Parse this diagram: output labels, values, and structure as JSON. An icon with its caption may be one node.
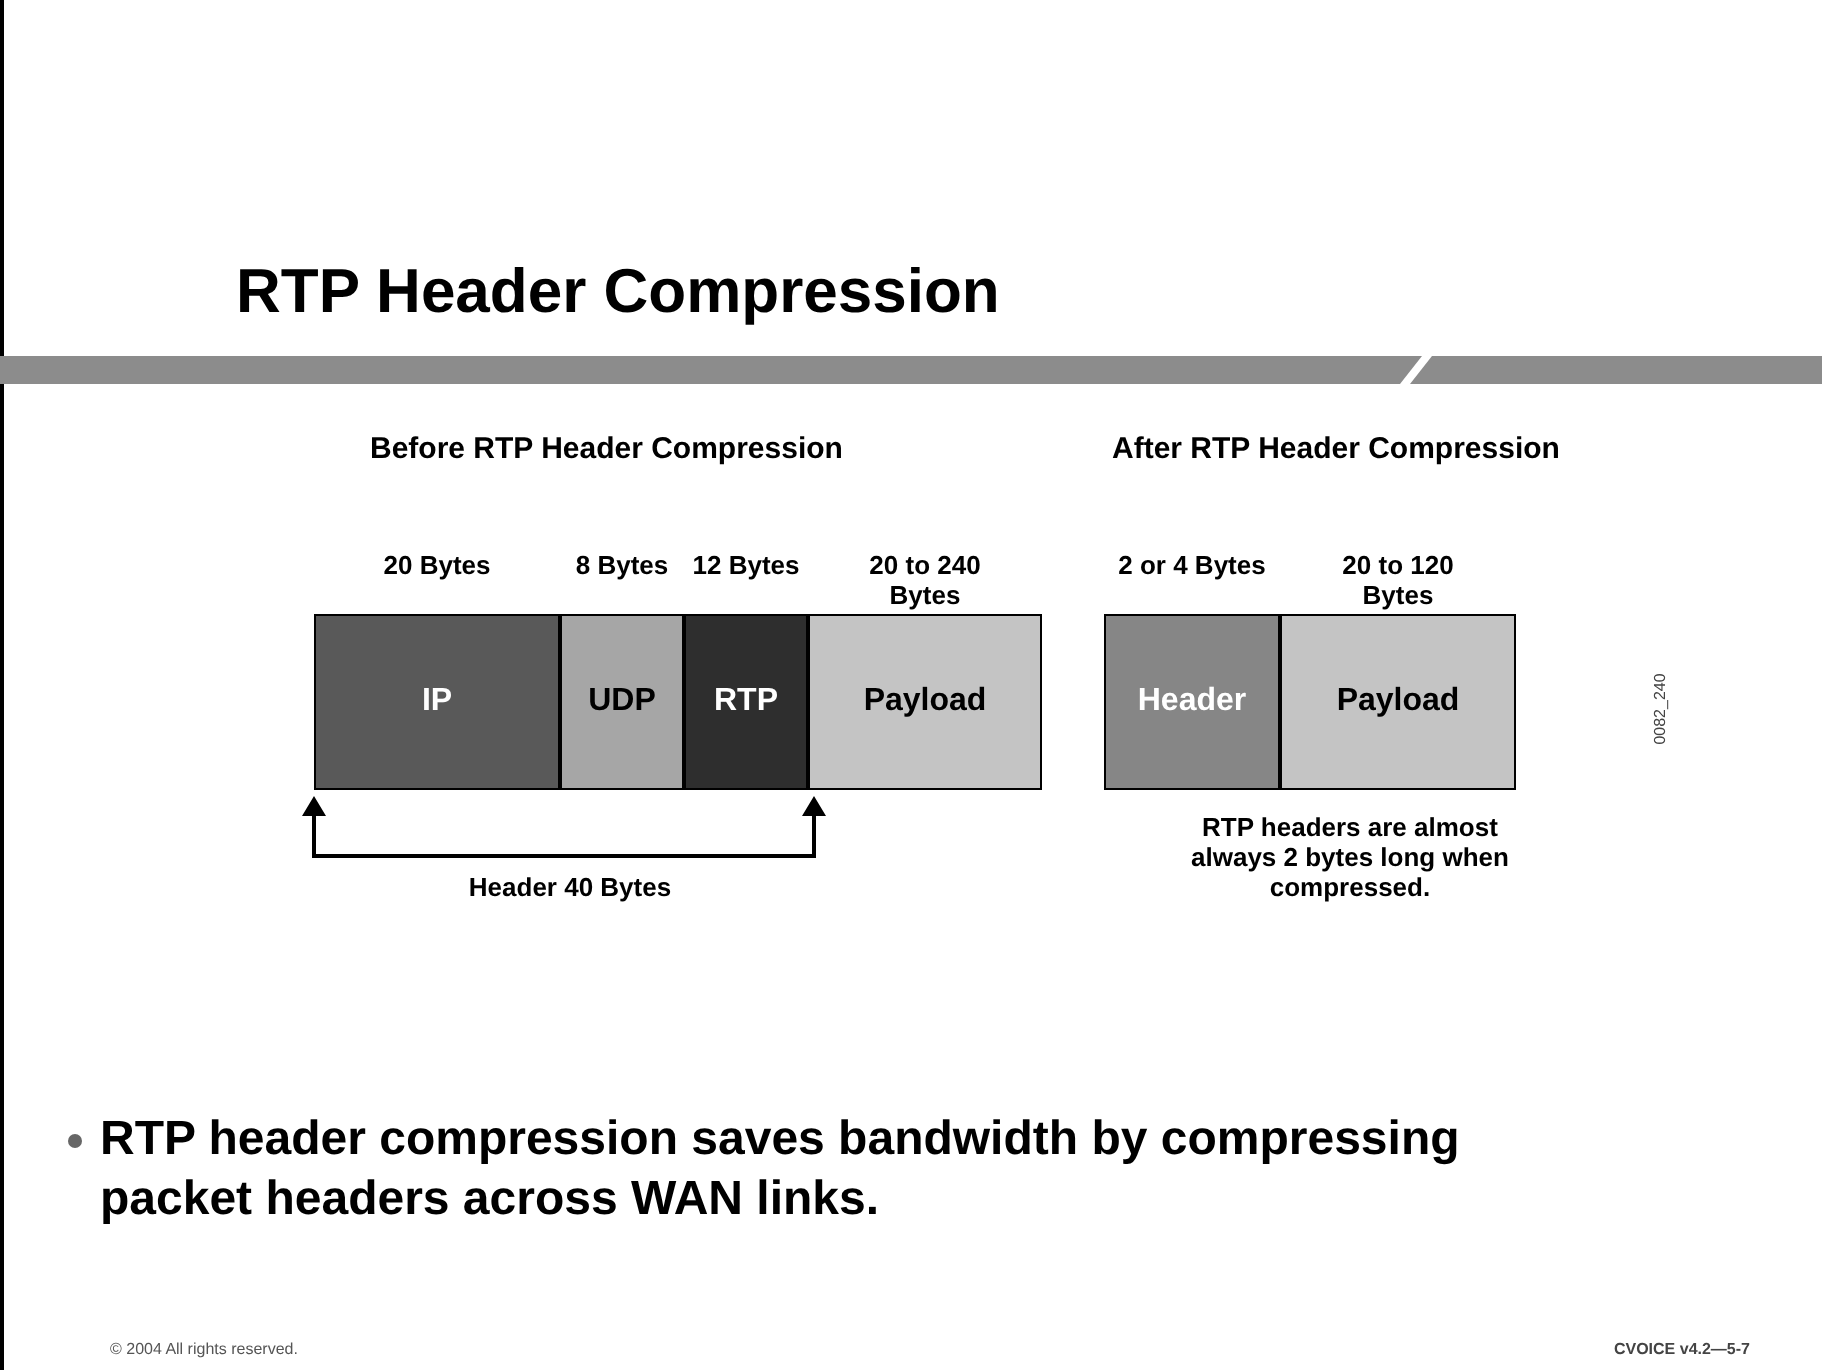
{
  "diagram": {
    "title": "RTP Header Compression",
    "nodes": [
      {
        "text": [
          "IP"
        ],
        "beside": [
          "20 Bytes"
        ]
      },
      {
        "text": [
          "UDP"
        ],
        "beside": [
          "8 Bytes"
        ]
      },
      {
        "text": [
          "RTP"
        ],
        "beside": [
          "12 Bytes"
        ]
      },
      {
        "text": [
          "Payload"
        ],
        "beside": [
          "20 to 240 Bytes"
        ]
      },
      {
        "text": [
          "Header"
        ],
        "beside": [
          "2 or 4 Bytes"
        ]
      },
      {
        "text": [
          "Payload"
        ],
        "beside": [
          "20 to 120 Bytes"
        ]
      }
    ],
    "labels": [
      "Before RTP Header Compression",
      "After RTP Header Compression",
      "Header 40 Bytes",
      "RTP headers are almost always 2 bytes long when compressed.",
      "0082_240",
      "RTP header compression saves bandwidth by compressing packet headers across WAN links.",
      "© 2004 All rights reserved.",
      "CVOICE v4.2—5-7"
    ]
  }
}
